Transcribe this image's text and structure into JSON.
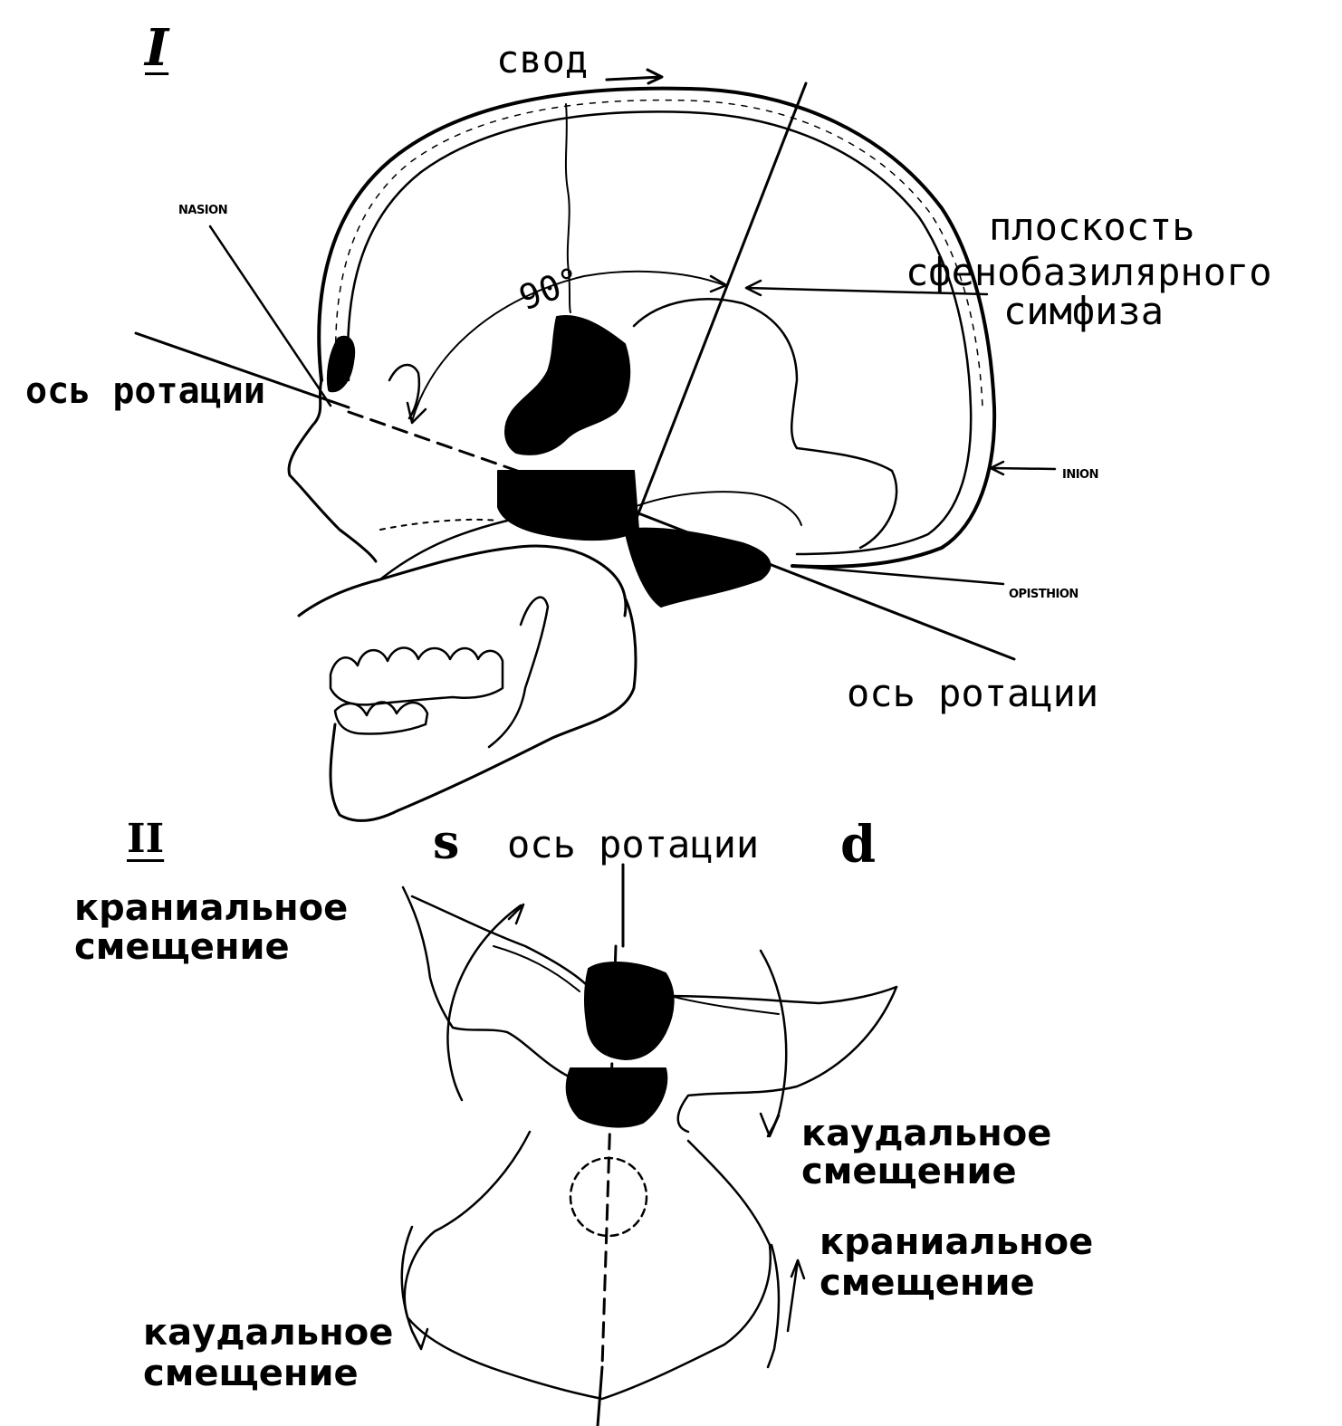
{
  "panel_1": {
    "numeral": "I",
    "vault_label": "свод",
    "angle_label": "90°",
    "nasion_label": "NASION",
    "inion_label": "INION",
    "opisthion_label": "OPISTHION",
    "plane_label_line1": "плоскость",
    "plane_label_line2": "сфенобазилярного",
    "plane_label_line3": "симфиза",
    "axis_left_label": "ось ротации",
    "axis_right_label": "ось ротации"
  },
  "panel_2": {
    "numeral": "II",
    "left_side_mark": "s",
    "right_side_mark": "d",
    "axis_label": "ось ротации",
    "top_left_line1": "краниальное",
    "top_left_line2": "смещение",
    "right_mid_line1": "каудальное",
    "right_mid_line2": "смещение",
    "right_low_line1": "краниальное",
    "right_low_line2": "смещение",
    "bottom_left_line1": "каудальное",
    "bottom_left_line2": "смещение"
  },
  "colors": {
    "ink": "#000000",
    "paper": "#ffffff"
  }
}
